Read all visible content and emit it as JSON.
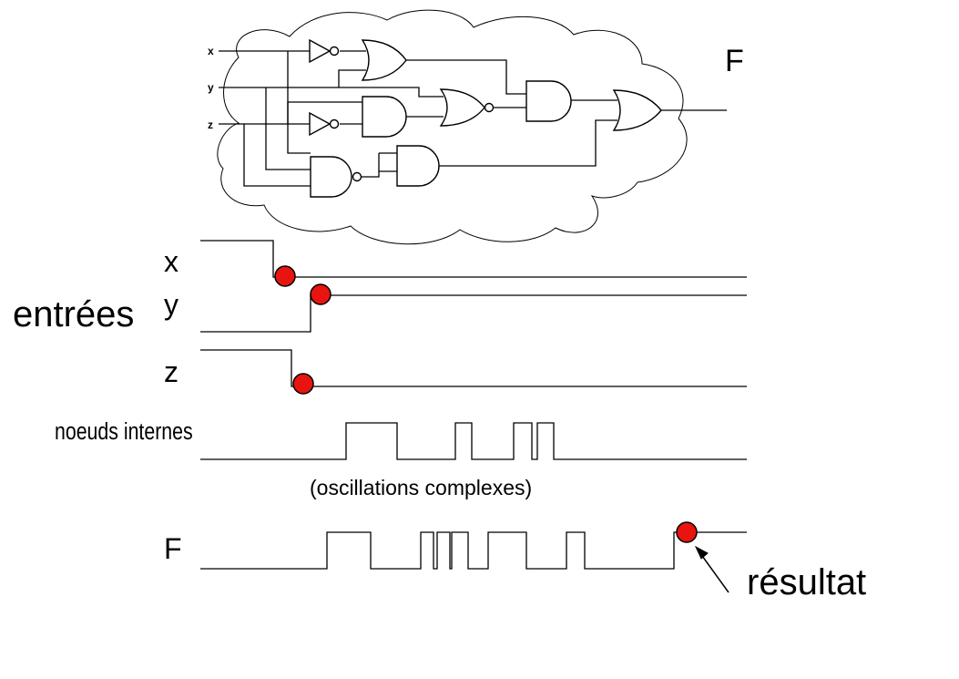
{
  "circuit": {
    "inputs": [
      "x",
      "y",
      "z"
    ],
    "output": "F"
  },
  "timing": {
    "group_label": "entrées",
    "signals": {
      "x": "x",
      "y": "y",
      "z": "z",
      "internal": "noeuds internes",
      "output": "F"
    },
    "internal_note": "(oscillations complexes)",
    "result_label": "résultat"
  },
  "colors": {
    "marker": "#e8140f",
    "line": "#000000",
    "background": "#ffffff"
  }
}
